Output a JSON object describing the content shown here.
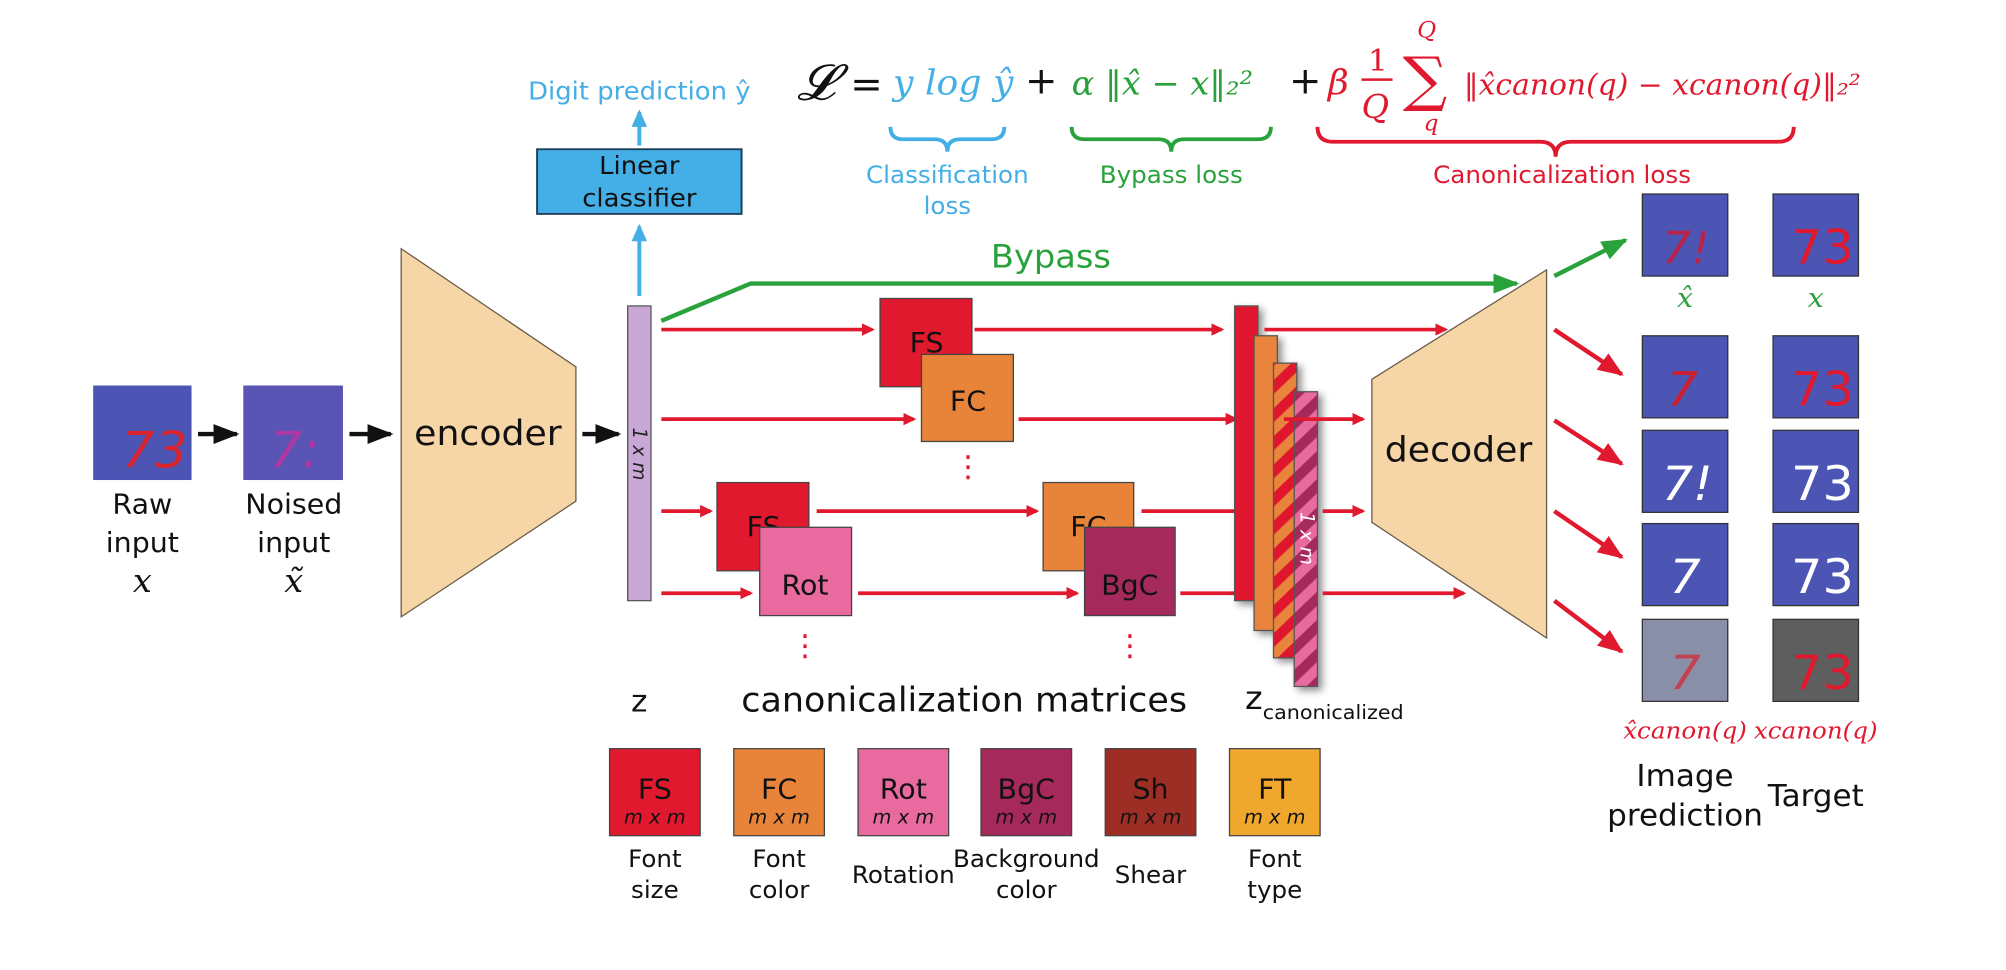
{
  "colors": {
    "red": "#e0192f",
    "green": "#2aa23c",
    "blue": "#44aee6",
    "peach": "#f6d5a6",
    "lavender": "#c9a8d6",
    "FS": "#e0192f",
    "FC": "#e8843a",
    "Rot": "#e86a9e",
    "BgC": "#a52a5b",
    "Sh": "#9c2e25",
    "FT": "#f0a72e",
    "digit_bg": "#4c54b4"
  },
  "loss": {
    "L": "𝓛",
    "eq": "=",
    "class_term": "y log ŷ",
    "plus1": "+",
    "bypass_term": "α ‖x̂ − x‖₂²",
    "plus2": "+",
    "canon_beta": "β",
    "canon_frac_top": "1",
    "canon_frac_bot": "Q",
    "canon_sum_top": "Q",
    "canon_sum": "∑",
    "canon_sum_bot": "q",
    "canon_body": "‖x̂canon(q) − xcanon(q)‖₂²",
    "class_label_1": "Classification",
    "class_label_2": "loss",
    "bypass_label": "Bypass loss",
    "canon_label": "Canonicalization loss"
  },
  "digit_prediction": "Digit prediction ŷ",
  "linear_classifier": [
    "Linear",
    "classifier"
  ],
  "bypass": "Bypass",
  "raw_input": [
    "Raw",
    "input",
    "x"
  ],
  "noised_input": [
    "Noised",
    "input",
    "x̃"
  ],
  "encoder": "encoder",
  "decoder": "decoder",
  "z_vector": "1 x m",
  "z_canon_vector": "1 x m",
  "z_label": "z",
  "z_canon_label": {
    "z": "z",
    "sub": "canonicalized"
  },
  "matrices_label": "canonicalization matrices",
  "chain_boxes": {
    "fs1": "FS",
    "fc1": "FC",
    "fs2": "FS",
    "rot": "Rot",
    "fc2": "FC",
    "bgc": "BgC"
  },
  "dots": "⋮",
  "legend": [
    {
      "abbr": "FS",
      "dim": "m x m",
      "name": [
        "Font",
        "size"
      ]
    },
    {
      "abbr": "FC",
      "dim": "m x m",
      "name": [
        "Font",
        "color"
      ]
    },
    {
      "abbr": "Rot",
      "dim": "m x m",
      "name": [
        "Rotation"
      ]
    },
    {
      "abbr": "BgC",
      "dim": "m x m",
      "name": [
        "Background",
        "color"
      ]
    },
    {
      "abbr": "Sh",
      "dim": "m x m",
      "name": [
        "Shear"
      ]
    },
    {
      "abbr": "FT",
      "dim": "m x m",
      "name": [
        "Font",
        "type"
      ]
    }
  ],
  "pred_hat": "x̂",
  "target_x": "x",
  "canon_hat": "x̂canon(q)",
  "canon_target": "xcanon(q)",
  "image_prediction": [
    "Image",
    "prediction"
  ],
  "target": "Target",
  "thumb_digits": {
    "raw": "73",
    "noised": "7:",
    "pred": [
      "7!",
      "7",
      "7!",
      "7",
      "7"
    ],
    "target": [
      "73",
      "73",
      "73",
      "73",
      "73"
    ]
  }
}
